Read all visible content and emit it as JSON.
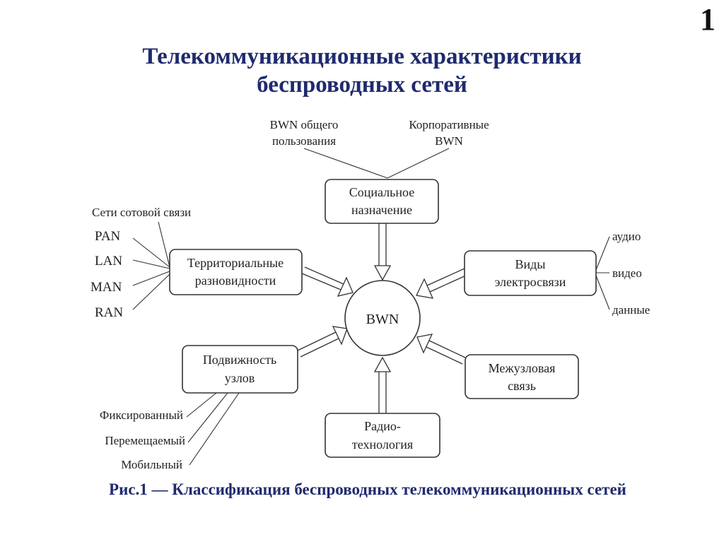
{
  "slide_number": "1",
  "title": {
    "line1": "Телекоммуникационные характеристики",
    "line2": "беспроводных сетей"
  },
  "caption": "Рис.1 — Классификация беспроводных телекоммуникационных сетей",
  "colors": {
    "title": "#1f2a6e",
    "caption": "#1f2a6e",
    "diagram": "#222222"
  },
  "diagram": {
    "center": "BWN",
    "nodes": {
      "social": {
        "line1": "Социальное",
        "line2": "назначение"
      },
      "territorial": {
        "line1": "Территориальные",
        "line2": "разновидности"
      },
      "telecom": {
        "line1": "Виды",
        "line2": "электросвязи"
      },
      "mobility": {
        "line1": "Подвижность",
        "line2": "узлов"
      },
      "internode": {
        "line1": "Межузловая",
        "line2": "связь"
      },
      "radio": {
        "line1": "Радио-",
        "line2": "технология"
      }
    },
    "leaves": {
      "social": [
        {
          "line1": "BWN общего",
          "line2": "пользования"
        },
        {
          "line1": "Корпоративные",
          "line2": "BWN"
        }
      ],
      "territorial": [
        "Сети сотовой связи",
        "PAN",
        "LAN",
        "MAN",
        "RAN"
      ],
      "telecom": [
        "аудио",
        "видео",
        "данные"
      ],
      "mobility": [
        "Фиксированный",
        "Перемещаемый",
        "Мобильный"
      ]
    }
  }
}
